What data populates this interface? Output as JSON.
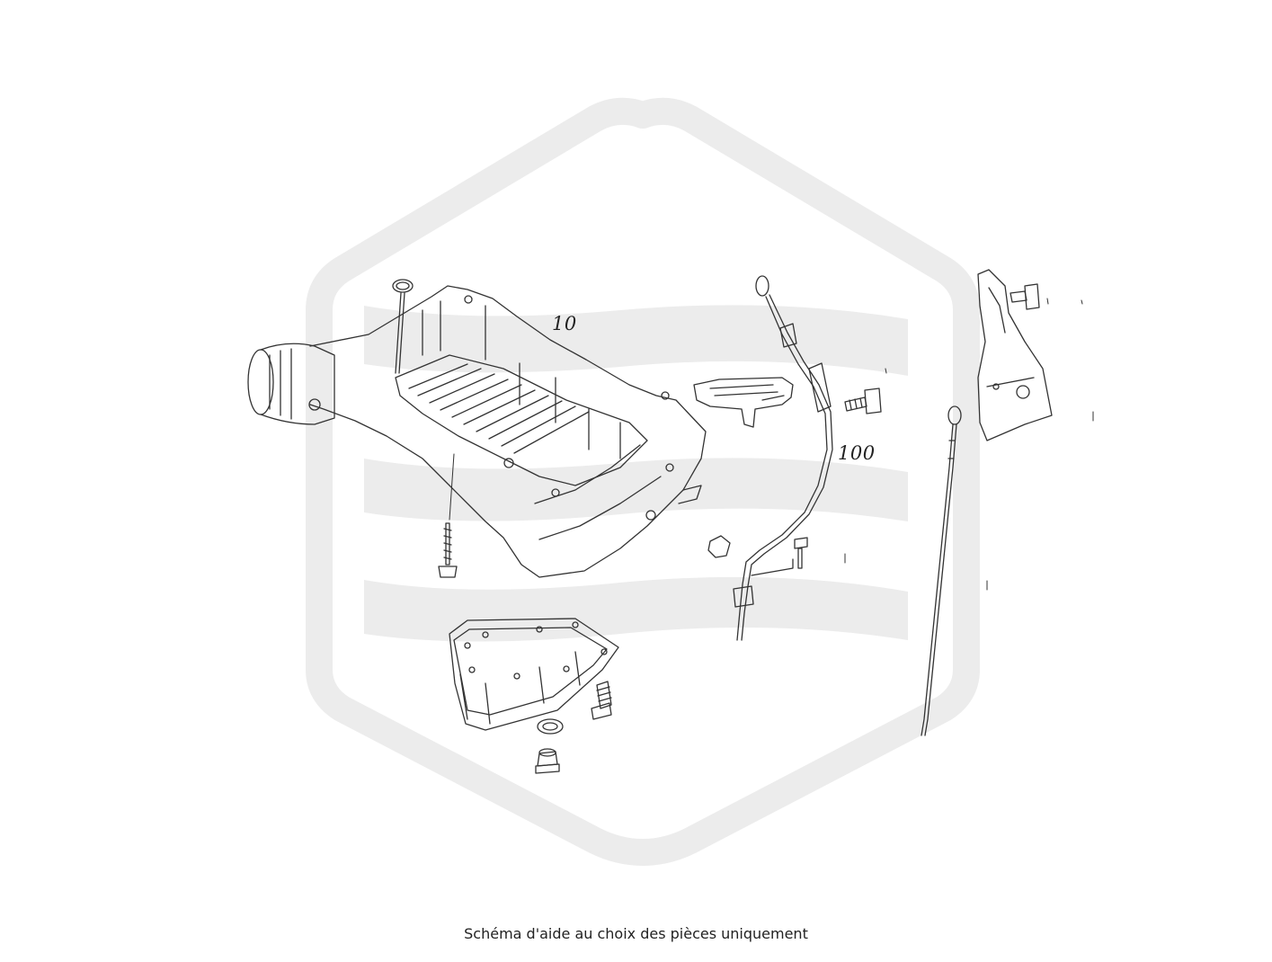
{
  "diagram": {
    "part_labels": [
      {
        "id": "oil-pan-upper",
        "text": "10"
      },
      {
        "id": "dipstick-tube",
        "text": "100"
      }
    ],
    "parts": [
      "upper-oil-pan",
      "lower-oil-pan",
      "drain-plug",
      "drain-plug-washer",
      "seal-ring",
      "pan-bolt",
      "dipstick-guide-tube",
      "dipstick",
      "mounting-bracket",
      "wiring-bracket",
      "bolt"
    ],
    "watermark_color": "#ececec",
    "line_color": "#333333"
  },
  "caption": "Schéma d'aide au choix des pièces uniquement"
}
